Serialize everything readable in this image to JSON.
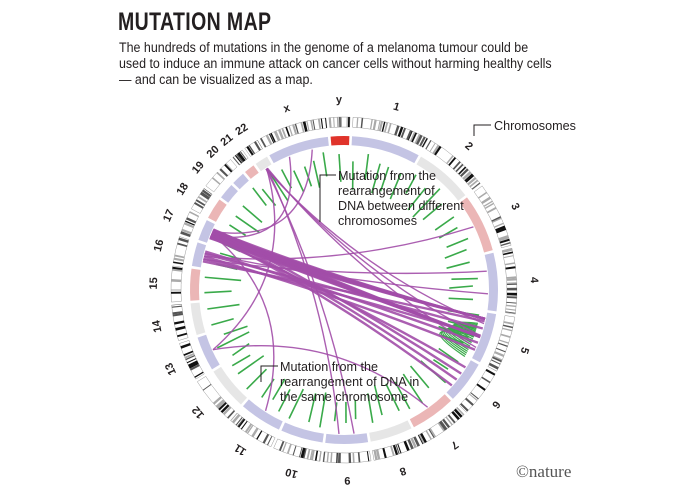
{
  "header": {
    "title": "MUTATION MAP",
    "intro_lines": [
      "The hundreds of mutations in the genome of a melanoma tumour could be",
      "used to induce an immune attack on cancer cells without harming healthy cells",
      "— and can be visualized as a map."
    ]
  },
  "diagram": {
    "chromosomes": [
      "y",
      "1",
      "2",
      "3",
      "4",
      "5",
      "6",
      "7",
      "8",
      "9",
      "10",
      "11",
      "12",
      "13",
      "14",
      "15",
      "16",
      "17",
      "18",
      "19",
      "20",
      "21",
      "22",
      "x"
    ],
    "annotations": {
      "chromosomes": "Chromosomes",
      "between": [
        "Mutation from the",
        "rearrangement of",
        "DNA between different",
        "chromosomes"
      ],
      "same": [
        "Mutation from the",
        "rearrangement of DNA in",
        "the same chromosome"
      ]
    },
    "colors": {
      "link": "#a24ea8",
      "mutation": "#3aaa4a",
      "ring_blue": "#c4c4e4",
      "ring_pink": "#ebb6b6",
      "ring_grey": "#e6e6e6",
      "ring_red": "#e0332b"
    },
    "links": [
      {
        "from": "17",
        "to": "5",
        "count": 14
      },
      {
        "from": "16",
        "to": "5",
        "count": 5
      },
      {
        "from": "17",
        "to": "6",
        "count": 4
      },
      {
        "from": "22",
        "to": "5",
        "count": 3
      },
      {
        "from": "22",
        "to": "9",
        "count": 2
      },
      {
        "from": "16",
        "to": "3",
        "count": 1
      },
      {
        "from": "16",
        "to": "4",
        "count": 2
      },
      {
        "from": "13",
        "to": "7",
        "count": 1
      },
      {
        "from": "13",
        "to": "22",
        "count": 1
      },
      {
        "from": "11",
        "to": "17",
        "count": 1
      },
      {
        "from": "x",
        "to": "17",
        "count": 2
      }
    ]
  },
  "credit": "©nature"
}
